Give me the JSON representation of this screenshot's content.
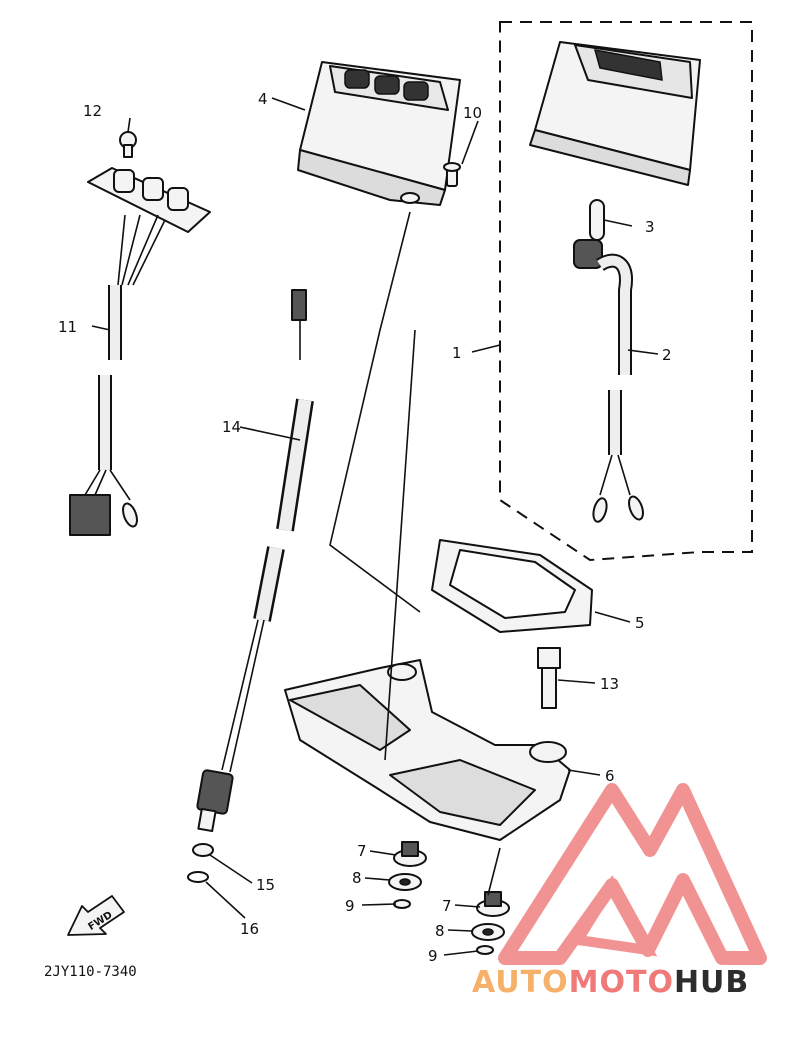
{
  "diagram": {
    "part_numbers": [
      "1",
      "2",
      "3",
      "4",
      "5",
      "6",
      "7",
      "7",
      "8",
      "8",
      "9",
      "9",
      "10",
      "11",
      "12",
      "13",
      "14",
      "15",
      "16"
    ],
    "fwd_label": "FWD",
    "drawing_code": "2JY110-7340"
  },
  "watermark": {
    "word_1": "AUTO",
    "word_2": "MOTO",
    "word_3": "HUB",
    "colors": {
      "auto": "#f5b06a",
      "moto": "#f07a7a",
      "hub": "#2d2d2d",
      "logo": "#f08888"
    }
  }
}
